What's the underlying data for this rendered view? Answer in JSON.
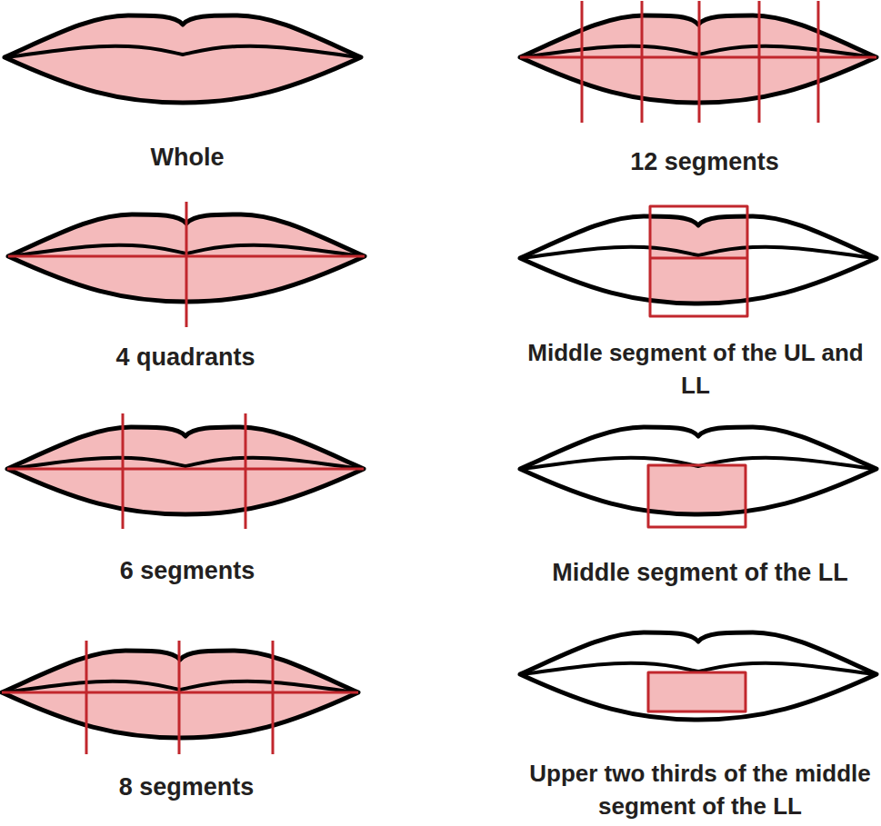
{
  "diagram": {
    "labels": [
      "Whole",
      "12 segments",
      "4 quadrants",
      "Middle segment of the UL and LL",
      "6 segments",
      "Middle segment of the LL",
      "8 segments",
      "Upper two thirds of the middle segment of the LL"
    ]
  }
}
